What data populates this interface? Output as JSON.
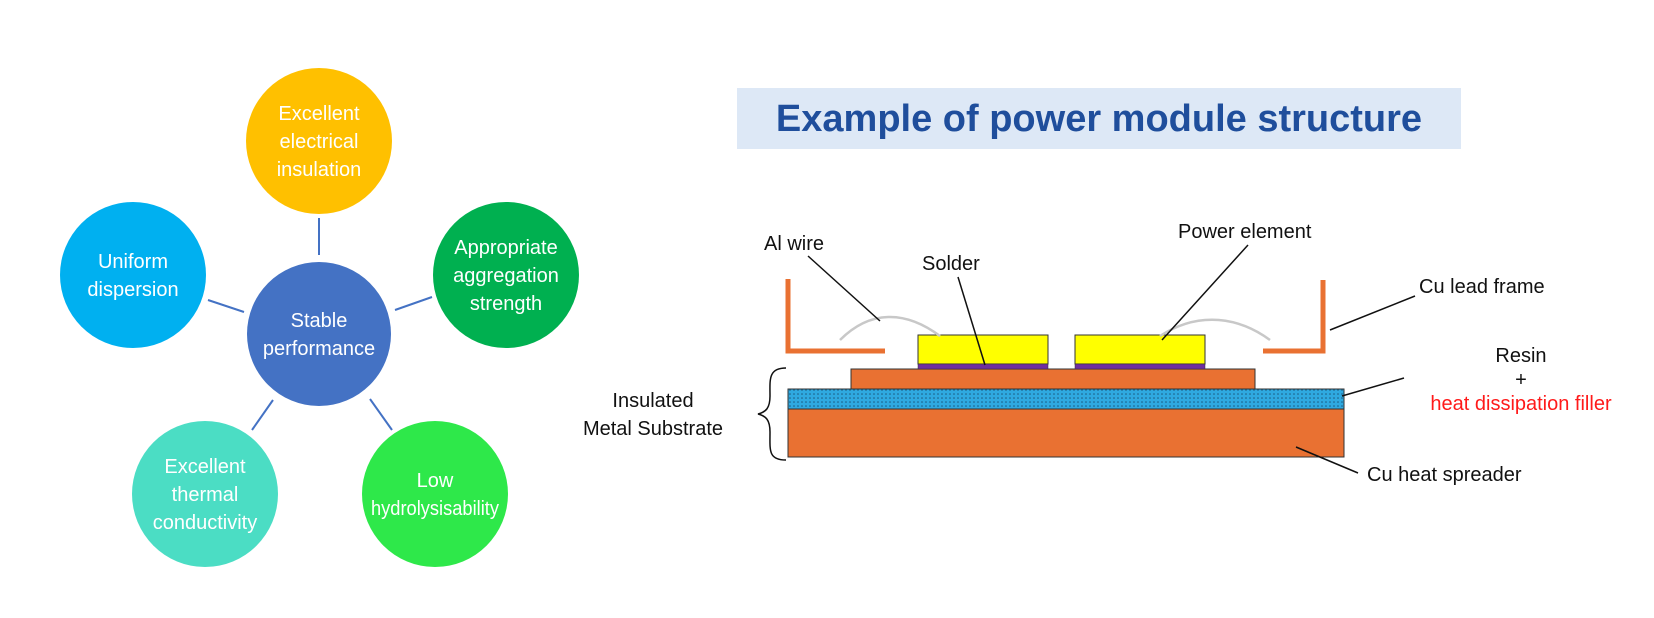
{
  "center": {
    "lines": [
      "Stable",
      "performance"
    ],
    "color": "#4472c4"
  },
  "properties": [
    {
      "id": "insulation",
      "lines": [
        "Excellent",
        "electrical",
        "insulation"
      ],
      "color": "#ffc000"
    },
    {
      "id": "aggregation",
      "lines": [
        "Appropriate",
        "aggregation",
        "strength"
      ],
      "color": "#00b050"
    },
    {
      "id": "hydrolysis",
      "lines": [
        "Low",
        "hydrolysisability"
      ],
      "color": "#2ee84a"
    },
    {
      "id": "thermal",
      "lines": [
        "Excellent",
        "thermal",
        "conductivity"
      ],
      "color": "#4bddc4"
    },
    {
      "id": "dispersion",
      "lines": [
        "Uniform",
        "dispersion"
      ],
      "color": "#00b0f0"
    }
  ],
  "structure": {
    "title": "Example of power module structure",
    "labels": {
      "al_wire": "Al wire",
      "solder": "Solder",
      "power_element": "Power element",
      "cu_lead_frame": "Cu lead frame",
      "resin": "Resin",
      "plus": "+",
      "heat_filler": "heat dissipation filler",
      "cu_heat_spreader": "Cu heat spreader",
      "substrate_line1": "Insulated",
      "substrate_line2": "Metal Substrate"
    },
    "colors": {
      "copper": "#e97132",
      "chip": "#ffff00",
      "solder": "#7030a0",
      "insulator": "#2fa9e0",
      "title_bg": "#dde8f6",
      "title_text": "#1f4e9c"
    }
  }
}
